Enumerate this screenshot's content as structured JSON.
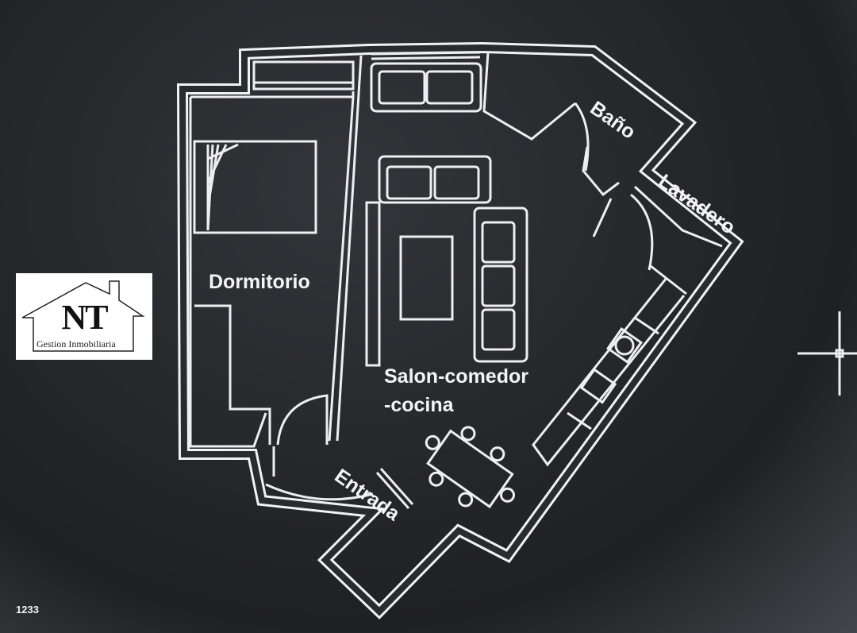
{
  "rooms": {
    "dormitorio": "Dormitorio",
    "salon_line1": "Salon-comedor",
    "salon_line2": "-cocina",
    "bano": "Baño",
    "lavadero": "Lavadero",
    "entrada": "Entrada"
  },
  "logo": {
    "initials": "NT",
    "company": "Gestion Inmobiliaria"
  },
  "reference_code": "1233"
}
